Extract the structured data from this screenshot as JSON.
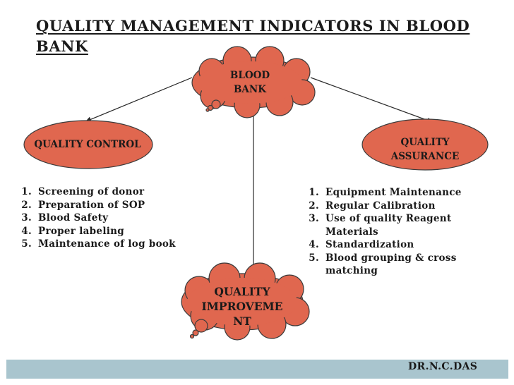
{
  "title": "QUALITY MANAGEMENT INDICATORS IN BLOOD BANK",
  "nodes": {
    "blood_bank": {
      "lines": [
        "BLOOD",
        "BANK"
      ]
    },
    "quality_control": {
      "lines": [
        "QUALITY CONTROL"
      ]
    },
    "quality_assurance": {
      "lines": [
        "QUALITY",
        "ASSURANCE"
      ]
    },
    "quality_improvement": {
      "lines": [
        "QUALITY",
        "IMPROVEME",
        "NT"
      ]
    }
  },
  "quality_control_items": [
    "Screening of donor",
    "Preparation of SOP",
    "Blood Safety",
    "Proper labeling",
    "Maintenance of log book"
  ],
  "quality_assurance_items": [
    "Equipment Maintenance",
    "Regular Calibration",
    "Use of quality Reagent Materials",
    "Standardization",
    "Blood grouping & cross matching"
  ],
  "author": "DR.N.C.DAS",
  "colors": {
    "node_fill": "#e0674f",
    "node_stroke": "#3b3b3b",
    "footer_bar": "#a9c5ce",
    "text": "#1a1a1a"
  }
}
